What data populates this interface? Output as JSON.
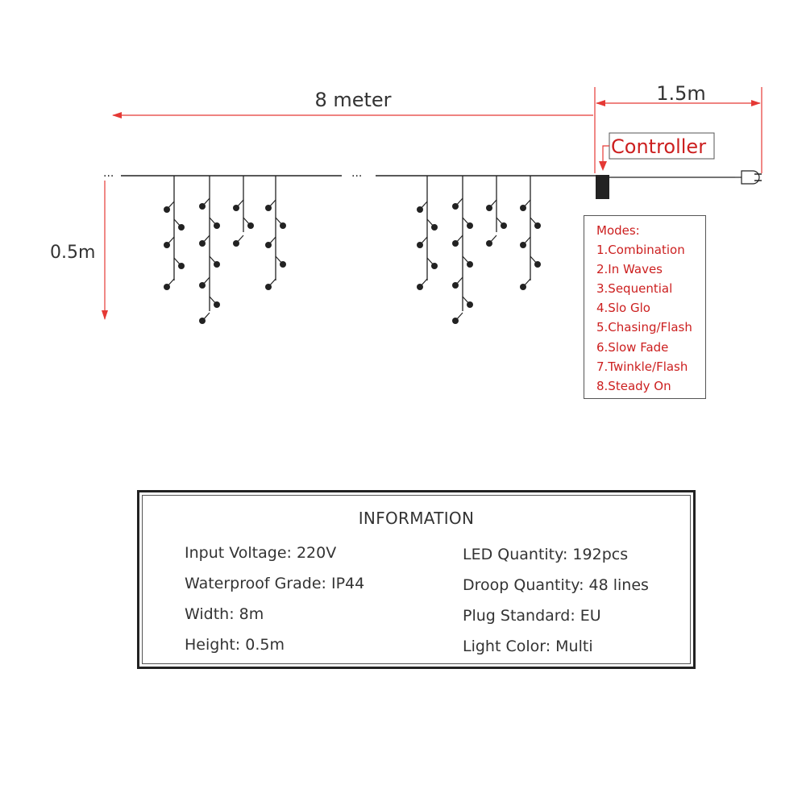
{
  "dimensions": {
    "length_label": "8 meter",
    "lead_label": "1.5m",
    "height_label": "0.5m",
    "controller_label": "Controller",
    "left_ellipsis": "...",
    "mid_ellipsis": "..."
  },
  "modes": {
    "title": "Modes:",
    "items": [
      "1.Combination",
      "2.In Waves",
      "3.Sequential",
      "4.Slo Glo",
      "5.Chasing/Flash",
      "6.Slow Fade",
      "7.Twinkle/Flash",
      "8.Steady On"
    ]
  },
  "information": {
    "title": "INFORMATION",
    "left": [
      "Input Voltage: 220V",
      "Waterproof Grade: IP44",
      "Width: 8m",
      "Height: 0.5m"
    ],
    "right": [
      "LED Quantity: 192pcs",
      "Droop Quantity: 48 lines",
      "Plug Standard: EU",
      "Light Color: Multi"
    ]
  },
  "colors": {
    "dimension_red": "#e53935",
    "wire": "#222222",
    "text_red": "#cc1f1f",
    "controller": "#222222"
  }
}
